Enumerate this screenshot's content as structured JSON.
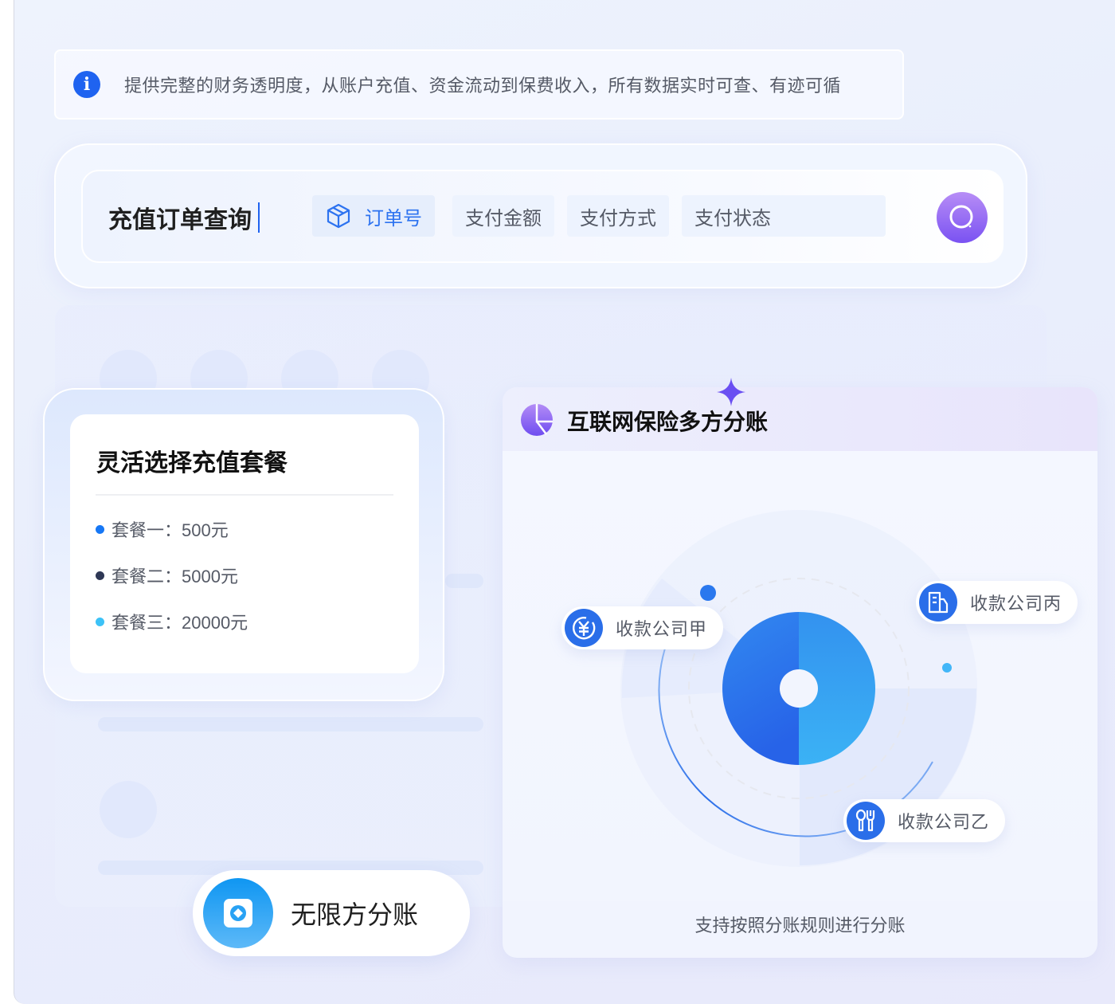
{
  "banner": {
    "icon": "info-icon",
    "text": "提供完整的财务透明度，从账户充值、资金流动到保费收入，所有数据实时可查、有迹可循"
  },
  "search": {
    "title": "充值订单查询",
    "fields": [
      {
        "label": "订单号",
        "icon": "box-icon",
        "active": true
      },
      {
        "label": "支付金额",
        "active": false
      },
      {
        "label": "支付方式",
        "active": false
      },
      {
        "label": "支付状态",
        "active": false
      }
    ],
    "button_icon": "search-icon",
    "button_color": "#7a52f2"
  },
  "packages": {
    "title": "灵活选择充值套餐",
    "items": [
      {
        "label": "套餐一：500元",
        "dot_color": "#1677f5"
      },
      {
        "label": "套餐二：5000元",
        "dot_color": "#2e3755"
      },
      {
        "label": "套餐三：20000元",
        "dot_color": "#3cc2f7"
      }
    ]
  },
  "unlimited": {
    "icon": "coin-wallet-icon",
    "label": "无限方分账"
  },
  "split": {
    "icon": "pie-chart-icon",
    "title": "互联网保险多方分账",
    "companies": [
      {
        "label": "收款公司甲",
        "icon": "yuan-icon"
      },
      {
        "label": "收款公司丙",
        "icon": "building-icon"
      },
      {
        "label": "收款公司乙",
        "icon": "cutlery-icon"
      }
    ],
    "footer": "支持按照分账规则进行分账",
    "donut_colors": [
      "#2c77ee",
      "#38aef4"
    ]
  }
}
